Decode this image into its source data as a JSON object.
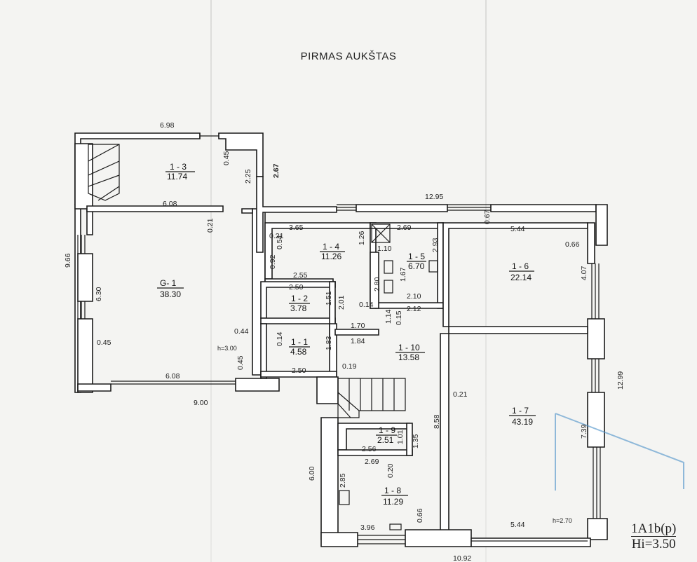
{
  "title": "PIRMAS AUKŠTAS",
  "stamp": {
    "code": "1A1b(p)",
    "height": "Hi=3.50"
  },
  "rooms": {
    "r13": {
      "id": "1 - 3",
      "area": "11.74"
    },
    "rg1": {
      "id": "G- 1",
      "area": "38.30"
    },
    "r14": {
      "id": "1 - 4",
      "area": "11.26"
    },
    "r15": {
      "id": "1 - 5",
      "area": "6.70"
    },
    "r16": {
      "id": "1 - 6",
      "area": "22.14"
    },
    "r12": {
      "id": "1 - 2",
      "area": "3.78"
    },
    "r11": {
      "id": "1 - 1",
      "area": "4.58"
    },
    "r110": {
      "id": "1 - 10",
      "area": "13.58"
    },
    "r17": {
      "id": "1 - 7",
      "area": "43.19"
    },
    "r19": {
      "id": "1 - 9",
      "area": "2.51"
    },
    "r18": {
      "id": "1 - 8",
      "area": "11.29"
    }
  },
  "dims": {
    "d698": "6.98",
    "d045a": "0.45",
    "d225": "2.25",
    "d267": "2.67",
    "d608a": "6.08",
    "d021a": "0.21",
    "d966": "9.66",
    "d630": "6.30",
    "d045b": "0.45",
    "d608b": "6.08",
    "d900": "9.00",
    "d044": "0.44",
    "d045c": "0.45",
    "h300": "h=3.00",
    "d1295": "12.95",
    "d365": "3.65",
    "d021b": "0.21",
    "d054": "0.54",
    "d092": "0.92",
    "d126": "1.26",
    "d269a": "2.69",
    "d110": "1.10",
    "d293": "2.93",
    "d167": "1.67",
    "d280": "2.80",
    "d067": "0.67",
    "d544a": "5.44",
    "d066": "0.66",
    "d407": "4.07",
    "d255": "2.55",
    "d250a": "2.50",
    "d151": "1.51",
    "d201": "2.01",
    "d014a": "0.14",
    "d210": "2.10",
    "d212": "2.12",
    "d015": "0.15",
    "d114": "1.14",
    "d170": "1.70",
    "d014b": "0.14",
    "d183": "1.83",
    "d184": "1.84",
    "d250b": "2.50",
    "d019": "0.19",
    "d021c": "0.21",
    "d858": "8.58",
    "d1299": "12.99",
    "d739": "7.39",
    "d256": "2.56",
    "d101": "1.01",
    "d135": "1.35",
    "d269b": "2.69",
    "d020": "0.20",
    "d600": "6.00",
    "d285": "2.85",
    "d066b": "0.66",
    "d396": "3.96",
    "d544b": "5.44",
    "h270": "h=2.70",
    "d1092": "10.92"
  },
  "colors": {
    "wall": "#1a1a1a",
    "fill": "#ffffff",
    "paper": "#f4f4f2",
    "mark": "#4a90c8"
  }
}
